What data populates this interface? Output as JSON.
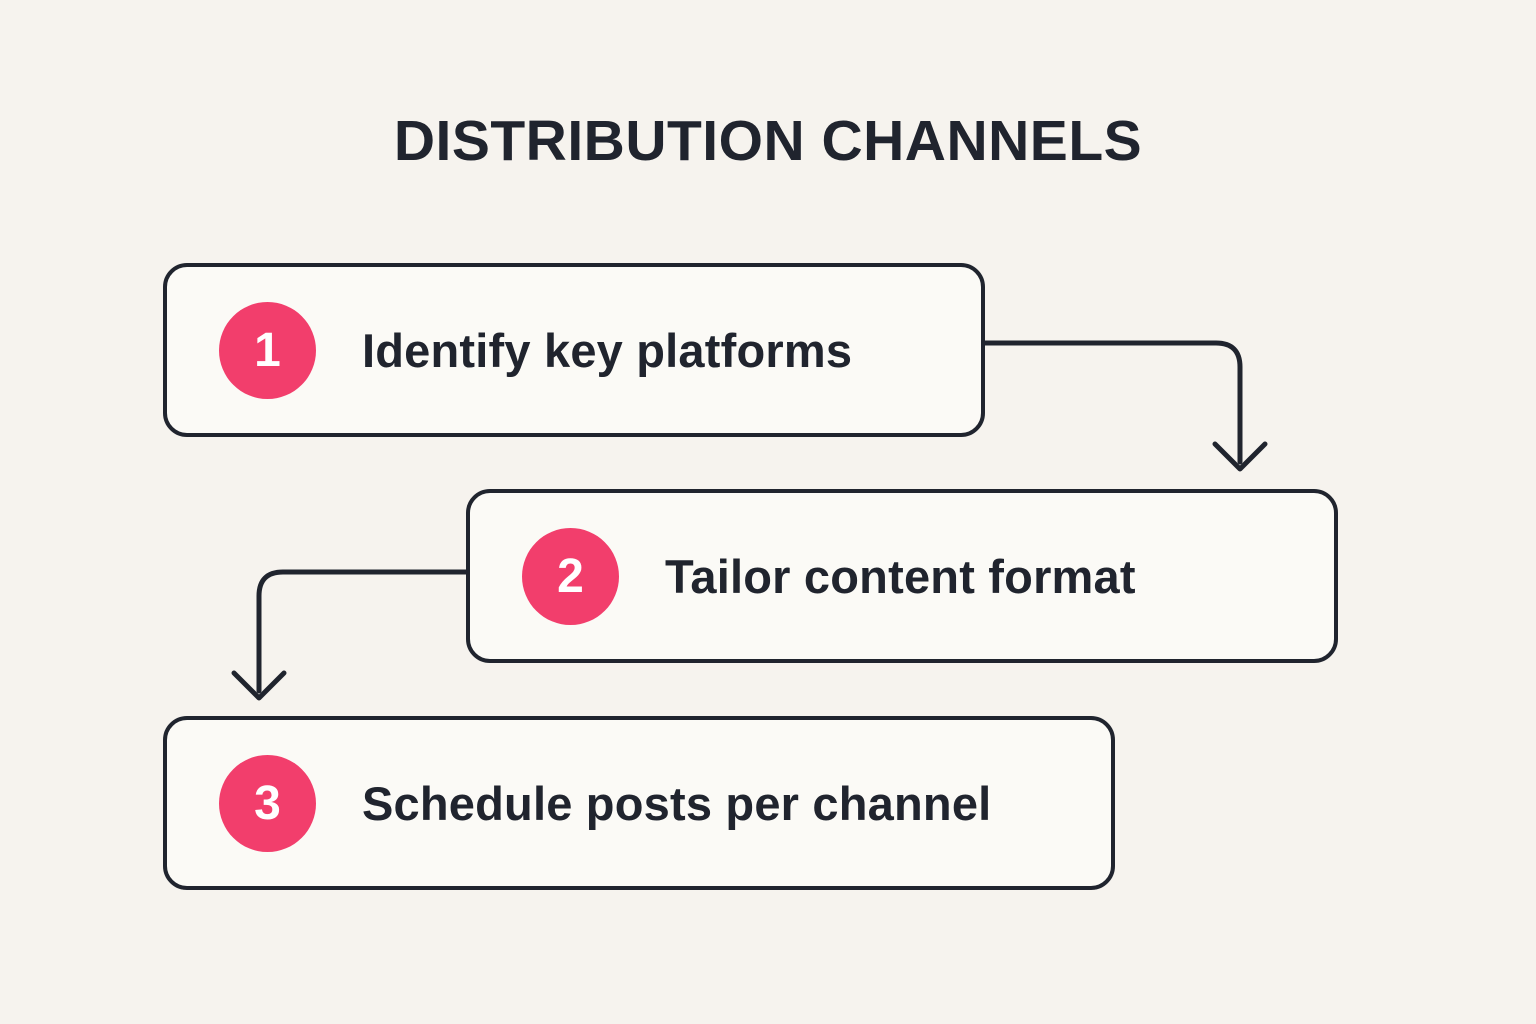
{
  "title": "DISTRIBUTION CHANNELS",
  "steps": [
    {
      "number": "1",
      "label": "Identify key platforms"
    },
    {
      "number": "2",
      "label": "Tailor content format"
    },
    {
      "number": "3",
      "label": "Schedule posts per channel"
    }
  ],
  "connectors": [
    {
      "name": "step1-to-step2",
      "direction": "right-then-down"
    },
    {
      "name": "step2-to-step3",
      "direction": "left-then-down"
    }
  ],
  "colors": {
    "background": "#f6f3ee",
    "box_fill": "#fbfaf6",
    "outline": "#20242e",
    "accent": "#f23e6c",
    "number_text": "#ffffff"
  }
}
